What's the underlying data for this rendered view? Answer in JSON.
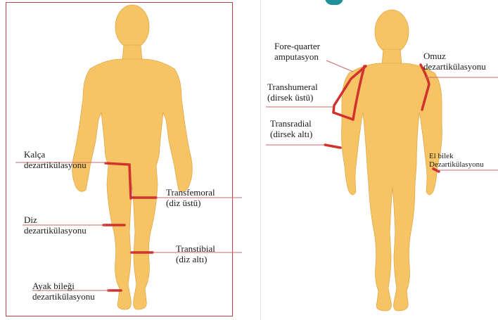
{
  "left_panel": {
    "labels": {
      "kalca": [
        "Kalça",
        "dezartikülasyonu"
      ],
      "transfemoral": [
        "Transfemoral",
        "(diz üstü)"
      ],
      "diz": [
        "Diz",
        "dezartikülasyonu"
      ],
      "transtibial": [
        "Transtibial",
        "(diz altı)"
      ],
      "ayak": [
        "Ayak bileği",
        "dezartikülasyonu"
      ]
    }
  },
  "right_panel": {
    "labels": {
      "forequarter": [
        "Fore-quarter",
        "amputasyon"
      ],
      "omuz": [
        "Omuz",
        "dezartikülasyonu"
      ],
      "transhumeral": [
        "Transhumeral",
        "(dirsek üstü)"
      ],
      "transradial": [
        "Transradial",
        "(dirsek altı)"
      ],
      "elbilek": [
        "El bilek",
        "Dezartikülasyonu"
      ]
    }
  },
  "colors": {
    "body": "#f6c465",
    "cut_line": "#d2322e",
    "frame": "#b4464a",
    "leader": "#c96a6a",
    "accent_fragment": "#1f8f9a"
  }
}
